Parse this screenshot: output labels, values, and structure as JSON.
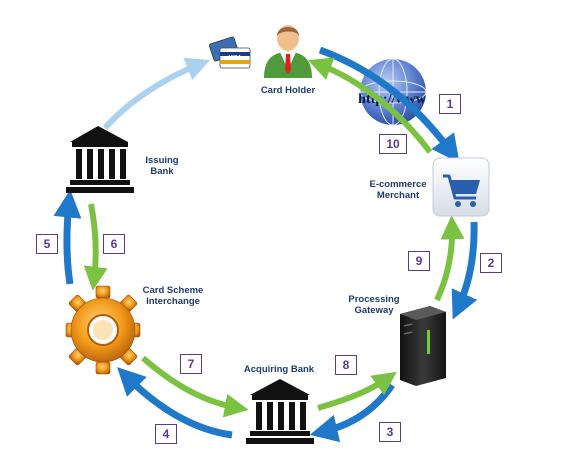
{
  "nodes": {
    "card_holder": "Card Holder",
    "ecommerce_merchant": "E-commerce\nMerchant",
    "processing_gateway": "Processing\nGateway",
    "acquiring_bank": "Acquiring Bank",
    "card_scheme": "Card Scheme\nInterchange",
    "issuing_bank": "Issuing\nBank"
  },
  "steps": [
    "1",
    "2",
    "3",
    "4",
    "5",
    "6",
    "7",
    "8",
    "9",
    "10"
  ],
  "globe_text": "http://www",
  "card_text": "VISA",
  "colors": {
    "blue_arrow": "#1f78c8",
    "green_arrow": "#7cc242",
    "light_blue_arrow": "#aad2ee",
    "step_border": "#5a3a8a",
    "label": "#1f3a6e"
  }
}
